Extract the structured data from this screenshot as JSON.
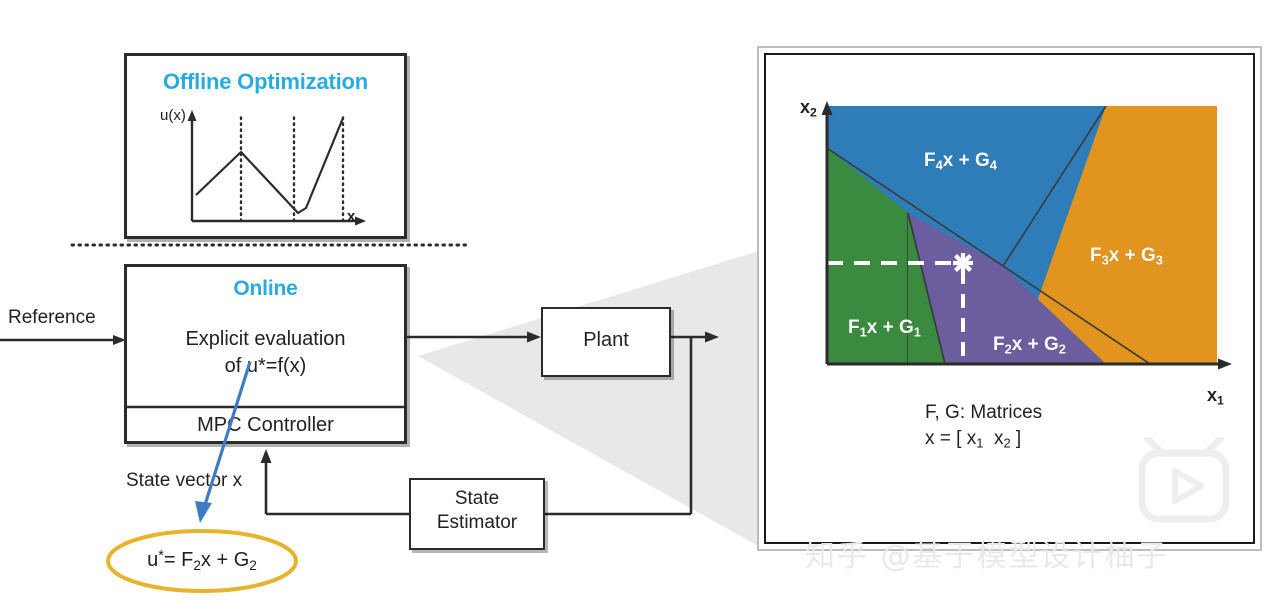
{
  "diagram": {
    "title_offline": "Offline Optimization",
    "title_online": "Online",
    "offline_chart": {
      "ylabel": "u(x)",
      "xlabel": "x"
    },
    "online_body_line1": "Explicit evaluation",
    "online_body_line2": "of u*=f(x)",
    "controller_label": "MPC Controller",
    "reference_label": "Reference",
    "state_vector_label": "State vector x",
    "result_label": "u*= F2x + G2",
    "plant_label": "Plant",
    "estimator_line1": "State",
    "estimator_line2": "Estimator"
  },
  "partition": {
    "x_axis_label": "x",
    "x_axis_sub": "1",
    "y_axis_label": "x",
    "y_axis_sub": "2",
    "note_line1": "F, G: Matrices",
    "note_line2_prefix": "x = [ x",
    "note_line2_sub1": "1",
    "note_line2_mid": "  x",
    "note_line2_sub2": "2",
    "note_line2_suffix": " ]",
    "regions": [
      {
        "id": "F1",
        "label_main": "F",
        "label_sub": "1",
        "label_tail": "x + G",
        "label_sub2": "1",
        "color": "#3a8a40"
      },
      {
        "id": "F2",
        "label_main": "F",
        "label_sub": "2",
        "label_tail": "x + G",
        "label_sub2": "2",
        "color": "#6c5d9e"
      },
      {
        "id": "F3",
        "label_main": "F",
        "label_sub": "3",
        "label_tail": "x + G",
        "label_sub2": "3",
        "color": "#e1941e"
      },
      {
        "id": "F4",
        "label_main": "F",
        "label_sub": "4",
        "label_tail": "x + G",
        "label_sub2": "4",
        "color": "#2e7cb8"
      }
    ],
    "marker": "asterisk"
  },
  "watermark": {
    "text": "知乎 @基于模型设计柚子",
    "icon": "tv-play-icon"
  },
  "colors": {
    "accent_cyan": "#29abe2",
    "ink": "#231f20",
    "funnel_gray": "#e8e8e8",
    "ellipse_gold": "#e8b32c",
    "arrow_blue": "#3b7ec4"
  }
}
